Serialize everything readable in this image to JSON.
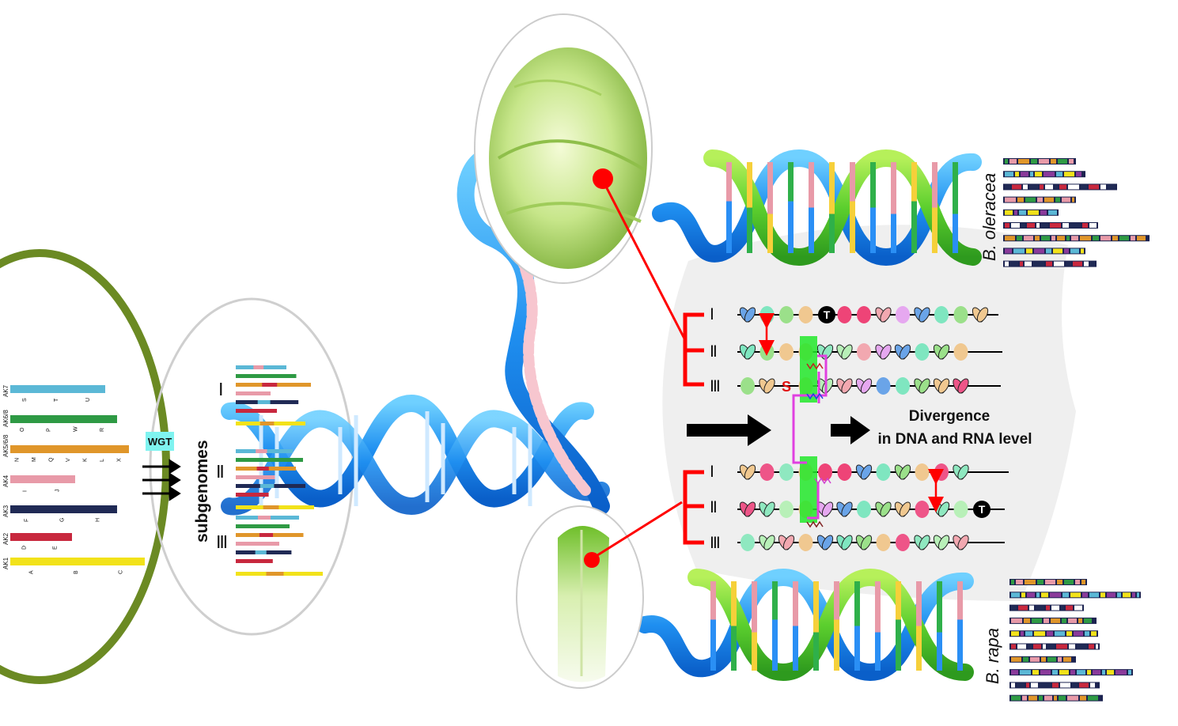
{
  "wgt_label": "WGT",
  "subgenomes_label": "subgenomes",
  "species": {
    "top": "B. oleracea",
    "bottom": "B. rapa"
  },
  "divergence_text": [
    "Divergence",
    "in DNA and RNA level"
  ],
  "subgenome_numerals": [
    "Ⅰ",
    "Ⅱ",
    "Ⅲ"
  ],
  "ancestral_karyotype": [
    {
      "name": "AK7",
      "blocks": [
        "S",
        "T",
        "U"
      ],
      "color": "#5bb8d6"
    },
    {
      "name": "AK6/8",
      "blocks": [
        "O",
        "P",
        "W",
        "R"
      ],
      "color": "#2e9a44"
    },
    {
      "name": "AK5/6/8",
      "blocks": [
        "N",
        "M",
        "Q",
        "V",
        "K",
        "L",
        "X"
      ],
      "color": "#e0962a"
    },
    {
      "name": "AK4",
      "blocks": [
        "I",
        "J"
      ],
      "color": "#e89aa8"
    },
    {
      "name": "AK3",
      "blocks": [
        "F",
        "G",
        "H"
      ],
      "color": "#202a55"
    },
    {
      "name": "AK2",
      "blocks": [
        "D",
        "E"
      ],
      "color": "#c8283e"
    },
    {
      "name": "AK1",
      "blocks": [
        "A",
        "B",
        "C"
      ],
      "color": "#f2e21a"
    }
  ],
  "marker_letters": {
    "terminator": "T",
    "s_marker": "S"
  },
  "colors": {
    "olive_ring": "#6b8a23",
    "helix_blue": "#1f8ff0",
    "helix_green": "#5ccf2e",
    "red_marker": "#ff0000",
    "panel_gray": "#f0f0f0",
    "wgt_box": "#7ff3f0"
  },
  "icons": [
    "cabbage-image",
    "chinese-cabbage-image",
    "dna-helix",
    "arrow-right",
    "recombination-icon"
  ]
}
